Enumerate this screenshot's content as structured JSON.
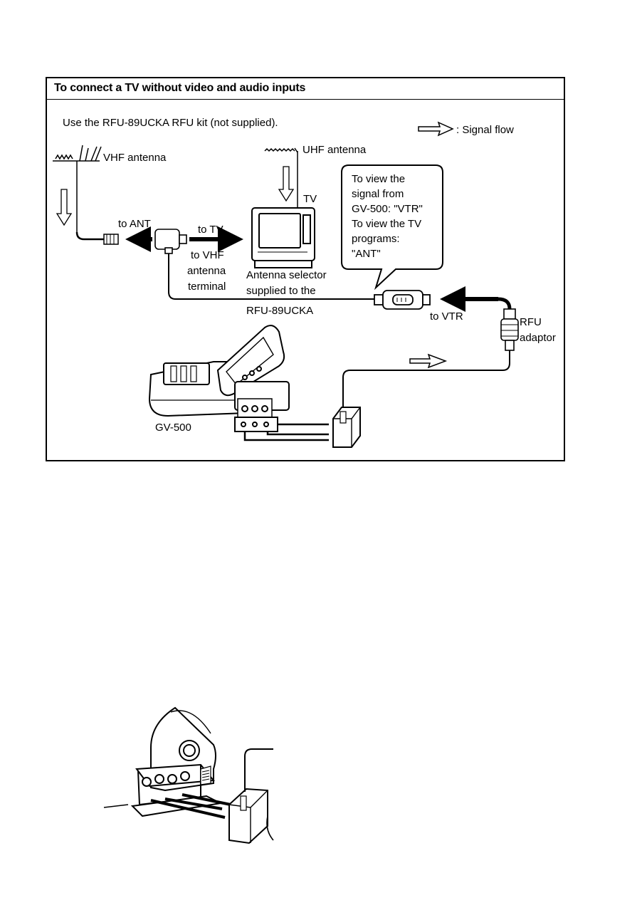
{
  "header": {
    "title": "To connect a TV without video and audio inputs"
  },
  "intro": "Use the RFU-89UCKA RFU kit (not supplied).",
  "legend": {
    "label": ": Signal flow",
    "icon": "signal-flow-arrow-icon"
  },
  "labels": {
    "vhf_antenna": "VHF antenna",
    "uhf_antenna": "UHF antenna",
    "tv": "TV",
    "to_ant": "to ANT",
    "to_tv": "to TV",
    "to_vhf_1": "to VHF",
    "to_vhf_2": "antenna",
    "to_vhf_3": "terminal",
    "selector_1": "Antenna selector",
    "selector_2": "supplied to the",
    "selector_3": "RFU-89UCKA",
    "to_vtr": "to VTR",
    "rfu_1": "RFU",
    "rfu_2": "adaptor",
    "gv500": "GV-500"
  },
  "callout": {
    "lines": [
      "To view the",
      "signal from",
      "GV-500: \"VTR\"",
      "To view the TV",
      "programs:",
      "\"ANT\""
    ]
  }
}
